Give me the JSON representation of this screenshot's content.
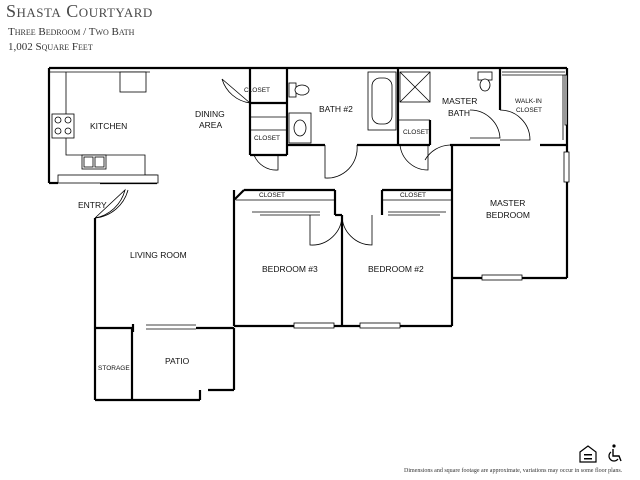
{
  "header": {
    "title": "Shasta Courtyard",
    "subtitle_layout": "Three Bedroom / Two Bath",
    "subtitle_size": "1,002 Square Feet"
  },
  "rooms": {
    "kitchen": "KITCHEN",
    "dining": [
      "DINING",
      "AREA"
    ],
    "entry": "ENTRY",
    "living": "LIVING ROOM",
    "patio": "PATIO",
    "storage": "STORAGE",
    "bath2": "BATH #2",
    "master_bath": [
      "MASTER",
      "BATH"
    ],
    "walk_in": [
      "WALK-IN",
      "CLOSET"
    ],
    "master_bedroom": [
      "MASTER",
      "BEDROOM"
    ],
    "bedroom3": "BEDROOM #3",
    "bedroom2": "BEDROOM #2",
    "closet": "CLOSET"
  },
  "footer": {
    "disclaimer": "Dimensions and square footage are approximate, variations may occur in some floor plans."
  },
  "icons": [
    "equal-housing-icon",
    "wheelchair-accessible-icon"
  ]
}
